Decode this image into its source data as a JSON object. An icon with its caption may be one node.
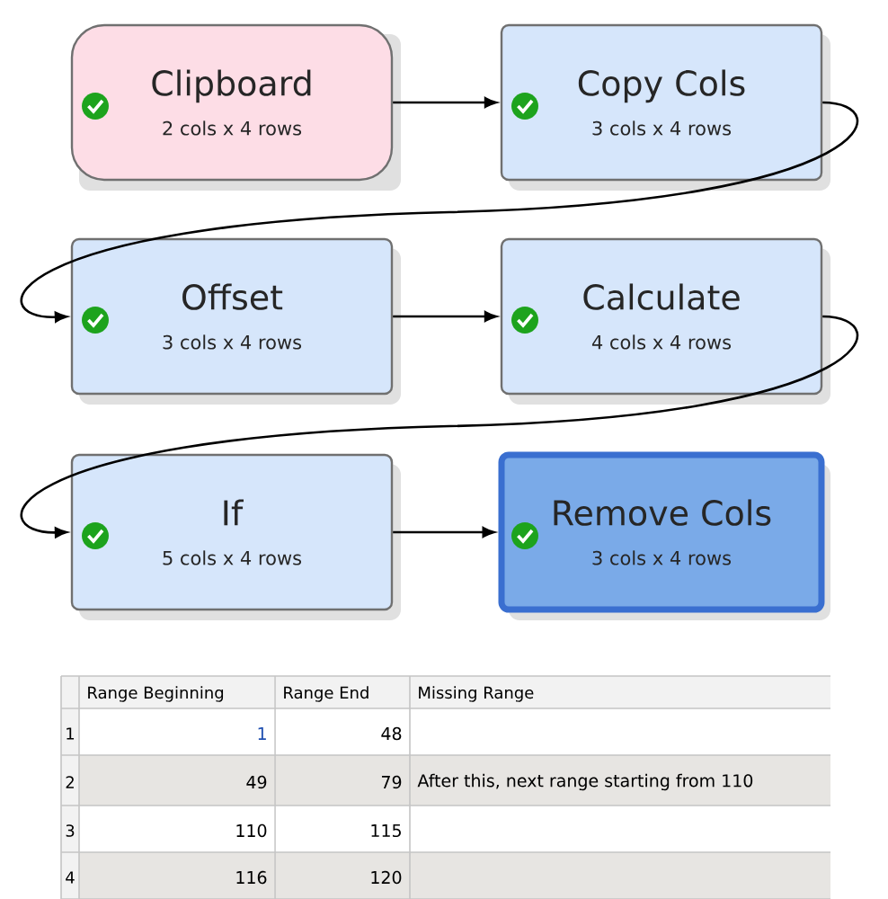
{
  "diagram": {
    "nodes": [
      {
        "text": [
          "Clipboard",
          "2 cols x 4 rows"
        ]
      },
      {
        "text": [
          "Copy Cols",
          "3 cols x 4 rows"
        ]
      },
      {
        "text": [
          "Offset",
          "3 cols x 4 rows"
        ]
      },
      {
        "text": [
          "Calculate",
          "4 cols x 4 rows"
        ]
      },
      {
        "text": [
          "If",
          "5 cols x 4 rows"
        ]
      },
      {
        "text": [
          "Remove Cols",
          "3 cols x 4 rows"
        ]
      }
    ],
    "edges": [
      {
        "from": 0,
        "to": 1,
        "arrow": "to"
      },
      {
        "from": 1,
        "to": 2,
        "arrow": "to"
      },
      {
        "from": 2,
        "to": 3,
        "arrow": "to"
      },
      {
        "from": 3,
        "to": 4,
        "arrow": "to"
      },
      {
        "from": 4,
        "to": 5,
        "arrow": "to"
      }
    ],
    "labels": [
      "Range Beginning",
      "Range End",
      "Missing Range",
      "1",
      "1",
      "48",
      "2",
      "49",
      "79",
      "After this, next range starting from 110",
      "3",
      "110",
      "115",
      "4",
      "116",
      "120"
    ]
  }
}
